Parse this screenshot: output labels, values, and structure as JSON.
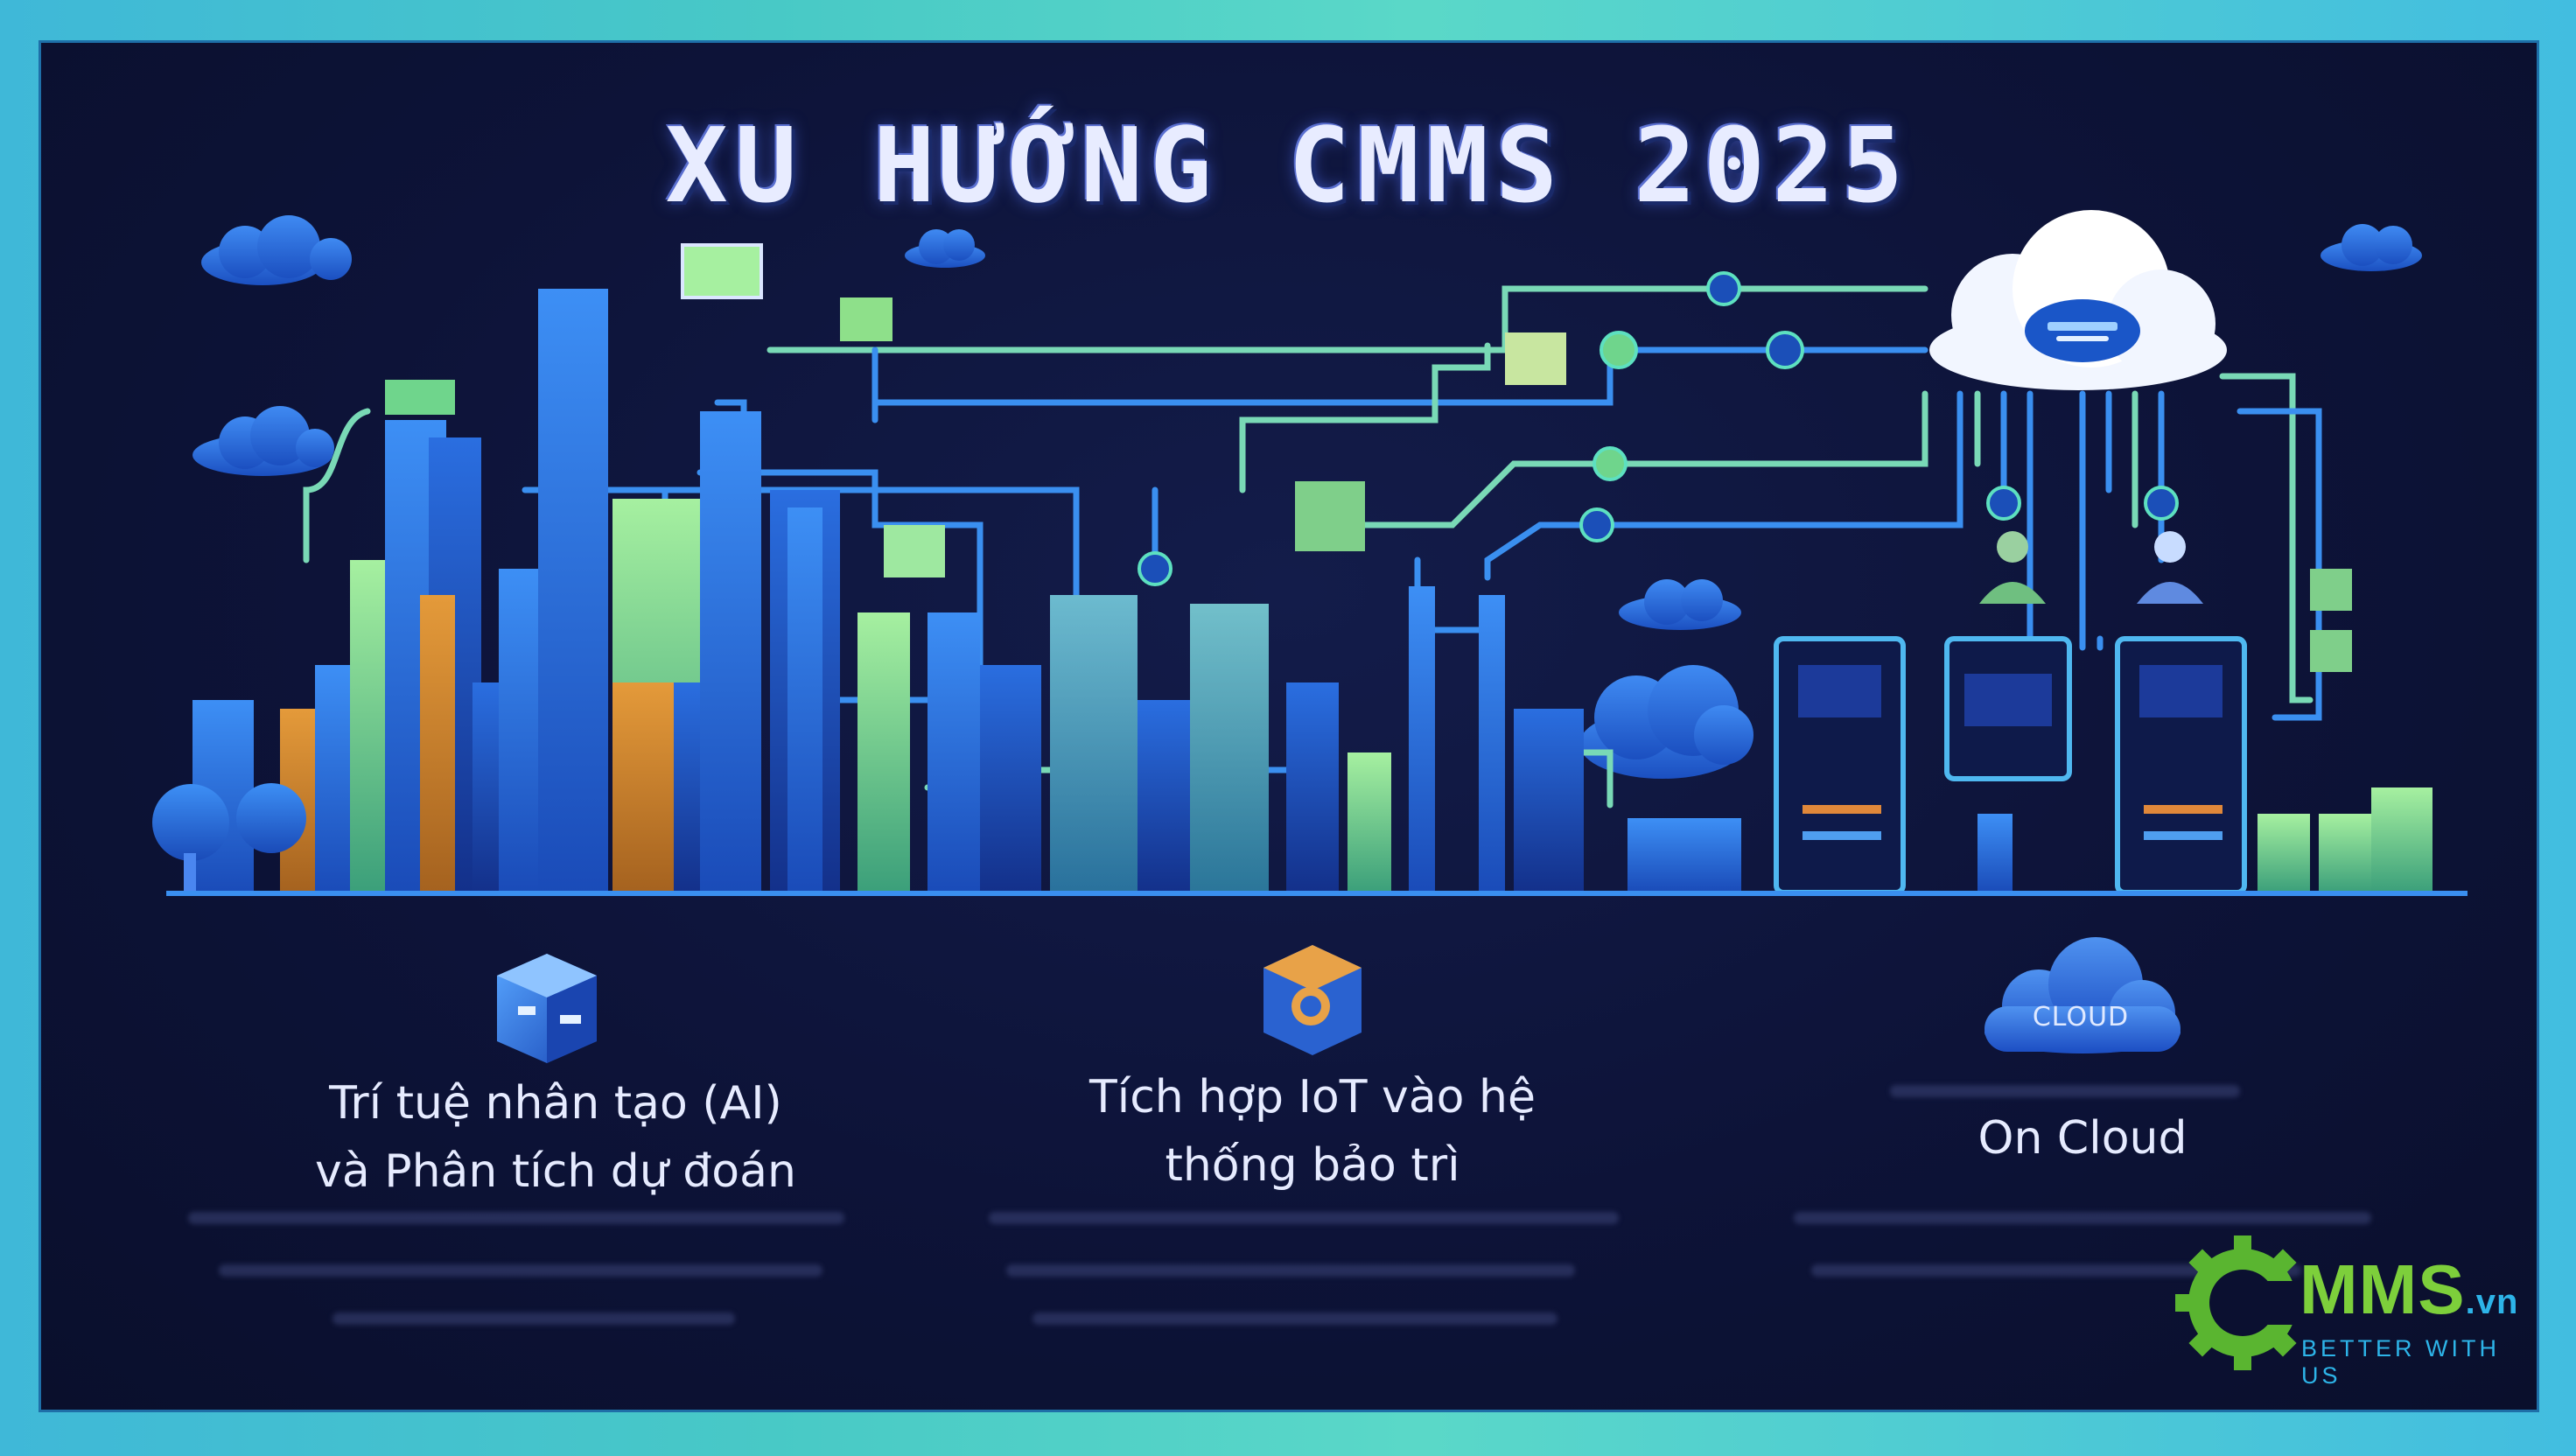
{
  "title": "XU HƯỚNG CMMS 2025",
  "features": [
    {
      "icon": "ai-cube-icon",
      "line1": "Trí tuệ nhân tạo (AI)",
      "line2": "và Phân tích dự đoán"
    },
    {
      "icon": "iot-cube-icon",
      "line1": "Tích hợp IoT vào hệ",
      "line2": "thống bảo trì"
    },
    {
      "icon": "cloud-icon",
      "badge": "CLOUD",
      "line1": "On Cloud"
    }
  ],
  "logo": {
    "main": "MMS",
    "suffix": ".vn",
    "tagline": "BETTER WITH US"
  },
  "colors": {
    "frame": "#48c9c6",
    "background": "#0d1338",
    "accent_blue": "#2a6ee0",
    "accent_green": "#8ee08a",
    "accent_orange": "#d88a2a",
    "logo_green": "#7dcf3b",
    "logo_blue": "#2db4e8"
  }
}
